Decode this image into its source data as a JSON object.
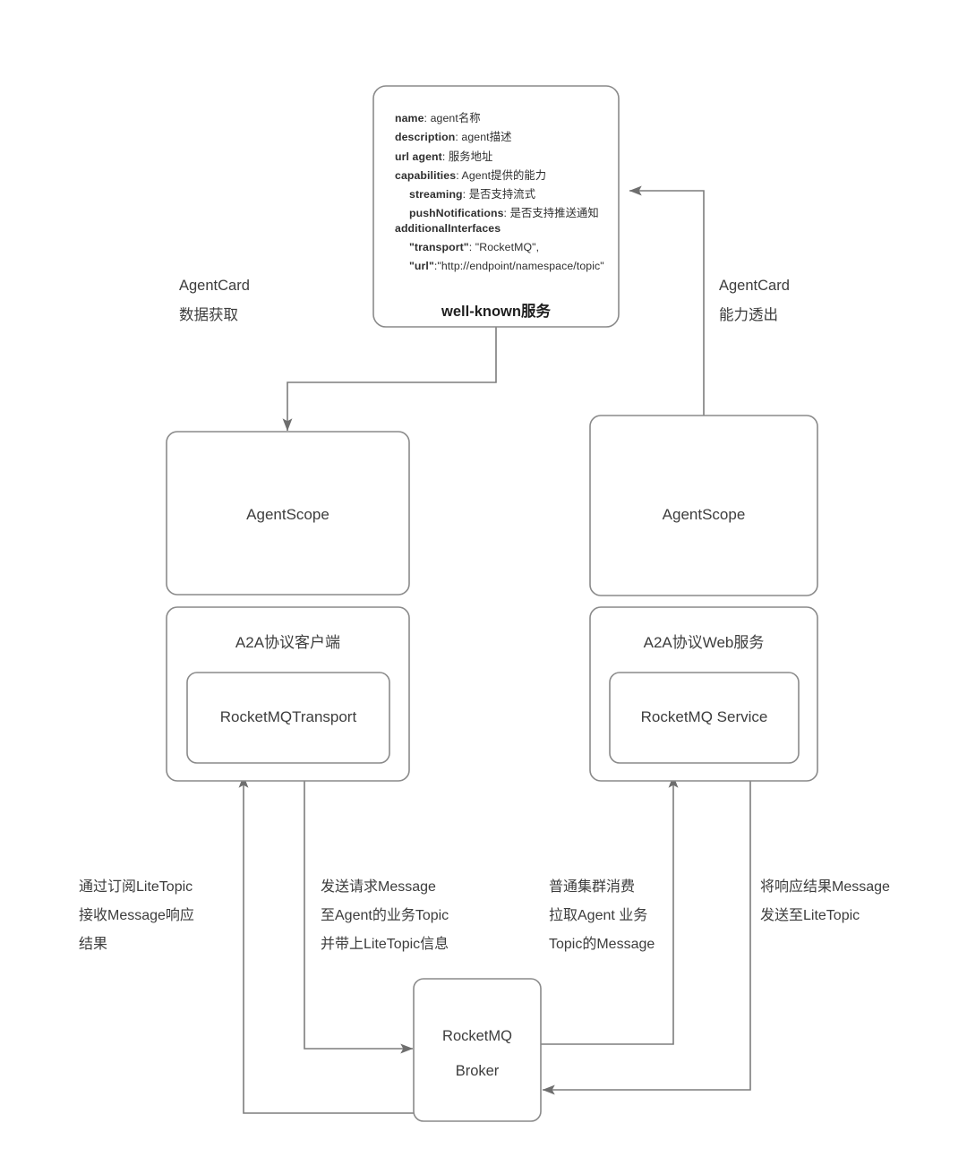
{
  "diagram": {
    "title": "A2A over RocketMQ architecture",
    "stroke_color": "#7d7d7d",
    "box_stroke_color": "#8a8a8a",
    "background": "#ffffff",
    "text_color": "#3d3d3d"
  },
  "agent_card": {
    "title": "well-known服务",
    "lines": [
      {
        "key": "name",
        "value": ": agent名称",
        "indent": 0
      },
      {
        "key": "description",
        "value": ": agent描述",
        "indent": 0
      },
      {
        "key": "url agent",
        "value": ": 服务地址",
        "indent": 0
      },
      {
        "key": "capabilities",
        "value": ": Agent提供的能力",
        "indent": 0
      },
      {
        "key": "streaming",
        "value": ": 是否支持流式",
        "indent": 1
      },
      {
        "key": "pushNotifications",
        "value": ": 是否支持推送通知",
        "indent": 1
      },
      {
        "key": "additionalInterfaces",
        "value": "",
        "indent": 0
      },
      {
        "key": "\"transport\"",
        "value": ": \"RocketMQ\",",
        "indent": 1,
        "quoted": true
      },
      {
        "key": "\"url\"",
        "value": ":\"http://endpoint/namespace/topic\"",
        "indent": 1,
        "quoted": true
      }
    ]
  },
  "nodes": {
    "agentscope_left": "AgentScope",
    "agentscope_right": "AgentScope",
    "a2a_client": "A2A协议客户端",
    "a2a_web": "A2A协议Web服务",
    "rocketmq_transport": "RocketMQTransport",
    "rocketmq_service": "RocketMQ Service",
    "broker_line1": "RocketMQ",
    "broker_line2": "Broker"
  },
  "edge_labels": {
    "fetch": [
      "AgentCard",
      "数据获取"
    ],
    "expose": [
      "AgentCard",
      "能力透出"
    ],
    "subscribe": [
      "通过订阅LiteTopic",
      "接收Message响应",
      "结果"
    ],
    "send_request": [
      "发送请求Message",
      "至Agent的业务Topic",
      "并带上LiteTopic信息"
    ],
    "cluster_consume": [
      "普通集群消费",
      "拉取Agent 业务",
      "Topic的Message"
    ],
    "send_response": [
      "将响应结果Message",
      "发送至LiteTopic"
    ]
  }
}
